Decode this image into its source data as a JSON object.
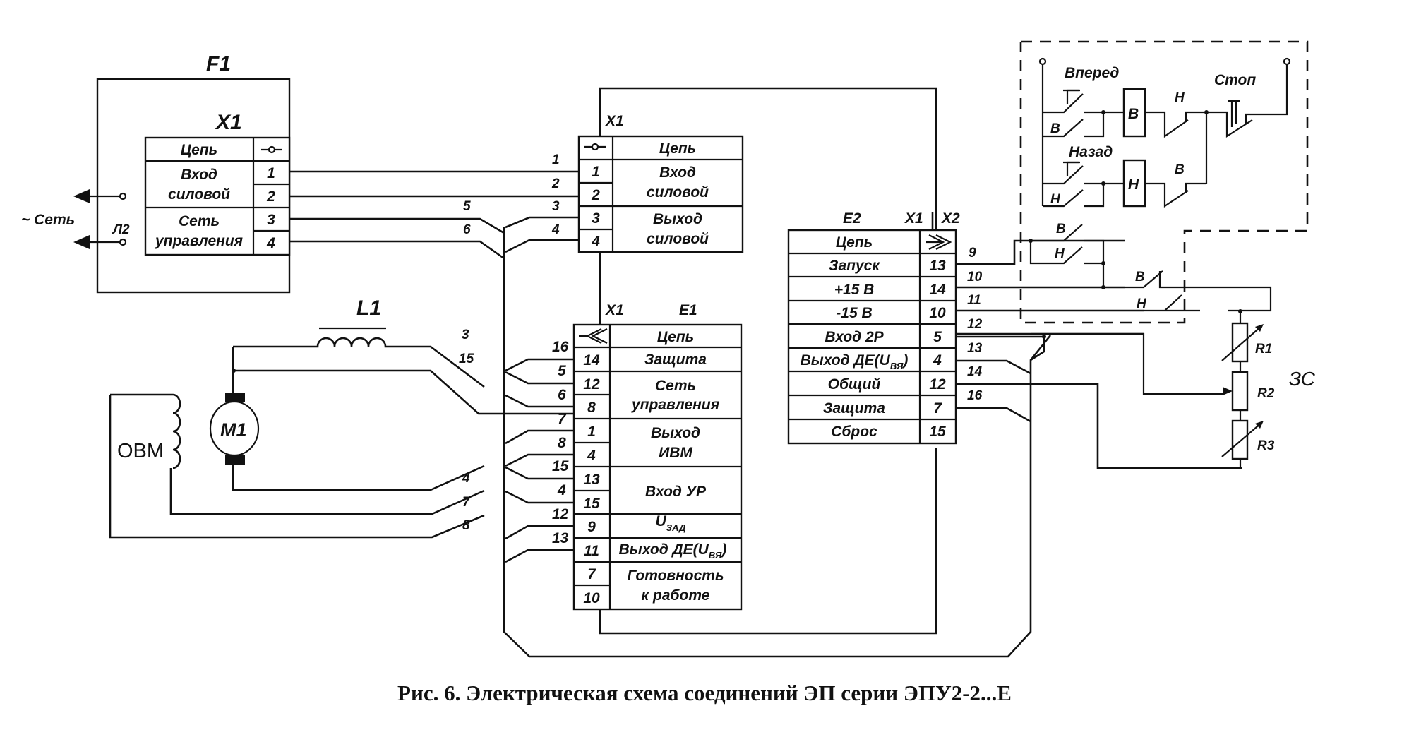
{
  "caption": "Рис. 6. Электрическая схема соединений ЭП серии ЭПУ2-2...Е",
  "mains": {
    "label": "~ Сеть",
    "terminal_label": "Л2"
  },
  "f1": {
    "title": "F1",
    "connector": "X1",
    "header": {
      "name": "Цепь",
      "symbol": "socket-icon"
    },
    "rows": [
      {
        "name": "Вход силовой",
        "line1": "Вход",
        "line2": "силовой",
        "pins": [
          "1",
          "2"
        ]
      },
      {
        "name": "Сеть управления",
        "line1": "Сеть",
        "line2": "управления",
        "pins": [
          "3",
          "4"
        ]
      }
    ]
  },
  "mid_connector": {
    "label": "X1",
    "header": {
      "name": "Цепь",
      "symbol": "socket-icon"
    },
    "rows": [
      {
        "line1": "Вход",
        "line2": "силовой",
        "pins": [
          "1",
          "2"
        ]
      },
      {
        "line1": "Выход",
        "line2": "силовой",
        "pins": [
          "3",
          "4"
        ]
      }
    ]
  },
  "wires_top": {
    "to_mid": [
      "1",
      "2",
      "3",
      "4"
    ],
    "branch": [
      "5",
      "6"
    ]
  },
  "e1": {
    "title": "E1",
    "connector": "X1",
    "header": {
      "name": "Цепь",
      "symbol": "plug-icon"
    },
    "groups": [
      {
        "line1": "Защита",
        "line2": "",
        "pins": [
          "14"
        ]
      },
      {
        "line1": "Сеть",
        "line2": "управления",
        "pins": [
          "12",
          "8"
        ]
      },
      {
        "line1": "Выход",
        "line2": "ИВМ",
        "pins": [
          "1",
          "4"
        ]
      },
      {
        "line1": "Вход УР",
        "line2": "",
        "pins": [
          "13",
          "15"
        ]
      },
      {
        "line1": "U",
        "sub": "ЗАД",
        "pins": [
          "9"
        ]
      },
      {
        "line1": "Выход ДЕ(U",
        "sub": "ВЯ",
        "close": ")",
        "pins": [
          "11"
        ]
      },
      {
        "line1": "Готовность",
        "line2": "к работе",
        "pins": [
          "7",
          "10"
        ]
      }
    ],
    "wire_numbers": [
      "16",
      "5",
      "6",
      "7",
      "8",
      "15",
      "4",
      "12",
      "13"
    ]
  },
  "e2": {
    "title": "E2",
    "connector_left": "X1",
    "connector_right": "X2",
    "header": {
      "name": "Цепь",
      "symbol": "plug-icon"
    },
    "rows": [
      {
        "name": "Запуск",
        "pin": "13"
      },
      {
        "name": "+15 В",
        "pin": "14"
      },
      {
        "name": "-15 В",
        "pin": "10"
      },
      {
        "name": "Вход 2Р",
        "pin": "5"
      },
      {
        "name": "Выход ДЕ(U",
        "sub": "ВЯ",
        "close": ")",
        "pin": "4"
      },
      {
        "name": "Общий",
        "pin": "12"
      },
      {
        "name": "Защита",
        "pin": "7"
      },
      {
        "name": "Сброс",
        "pin": "15"
      }
    ],
    "wire_numbers": [
      "9",
      "10",
      "11",
      "12",
      "13",
      "14",
      "16"
    ]
  },
  "motor": {
    "inductor": "L1",
    "motor": "M1",
    "field_winding": "ОВМ",
    "wire_numbers": [
      "3",
      "15",
      "4",
      "7",
      "8"
    ]
  },
  "control_panel": {
    "forward": "Вперед",
    "backward": "Назад",
    "stop": "Стоп",
    "coil_forward": "В",
    "coil_backward": "Н",
    "contact_forward": "В",
    "contact_backward": "Н"
  },
  "setpoint": {
    "label": "ЗС",
    "resistors": [
      "R1",
      "R2",
      "R3"
    ]
  }
}
